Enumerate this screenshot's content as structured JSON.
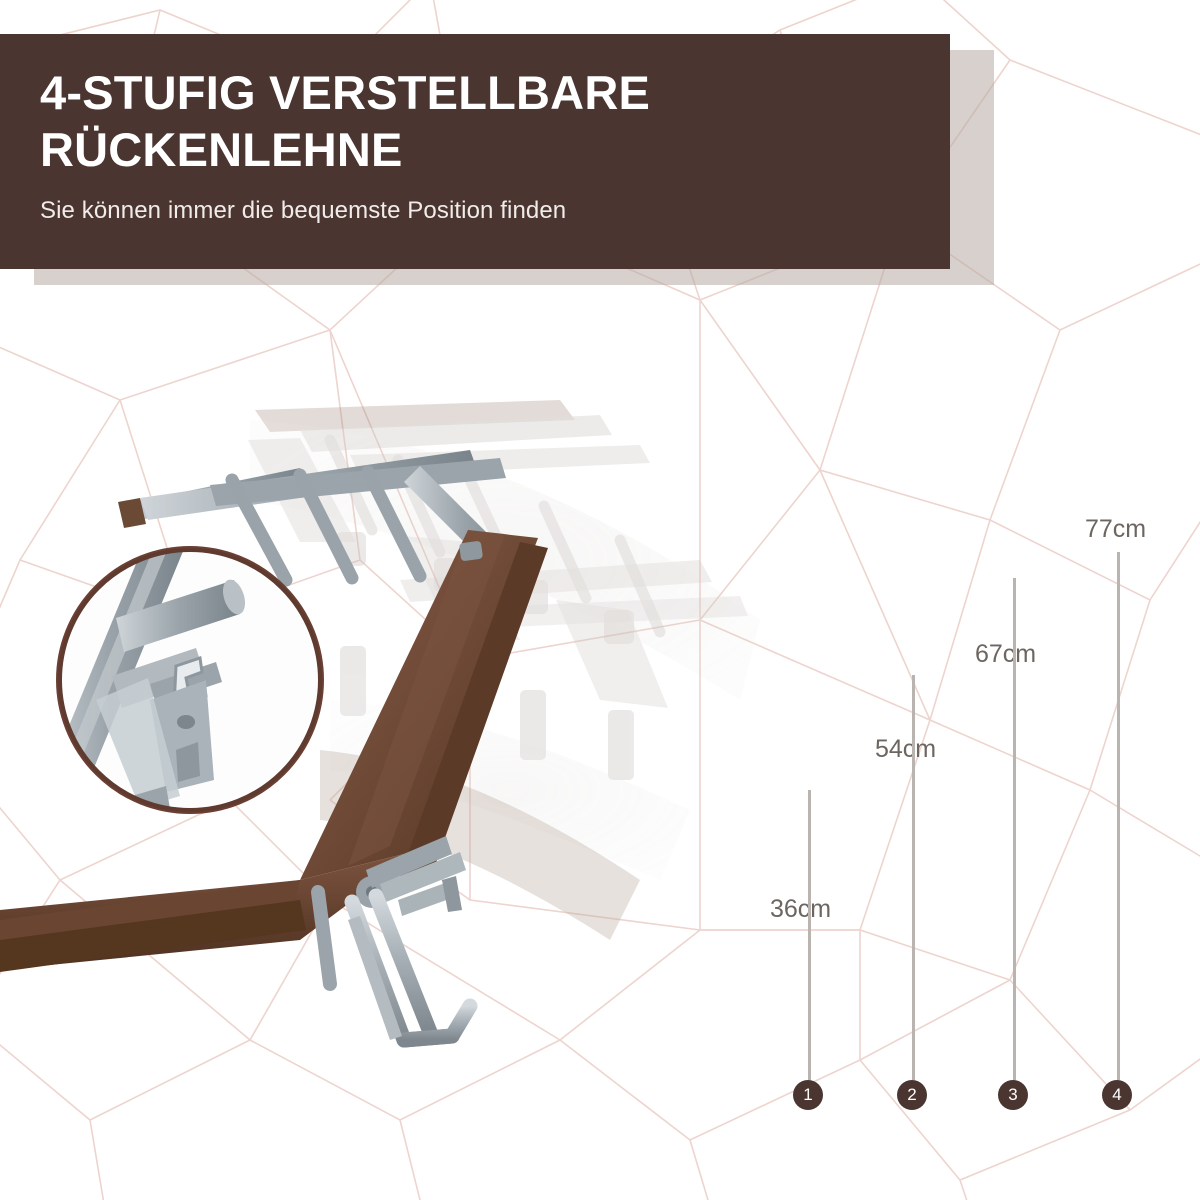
{
  "banner": {
    "title": "4-STUFIG VERSTELLBARE RÜCKENLEHNE",
    "subtitle": "Sie können immer die bequemste Position finden",
    "bg_color": "#4a3530",
    "text_color": "#ffffff"
  },
  "measurements": {
    "unit": "cm",
    "marker_color": "#4a3530",
    "line_color": "#b9b4b0",
    "label_color": "#6d6560",
    "items": [
      {
        "label": "36cm",
        "marker": "1"
      },
      {
        "label": "54cm",
        "marker": "2"
      },
      {
        "label": "67cm",
        "marker": "3"
      },
      {
        "label": "77cm",
        "marker": "4"
      }
    ]
  },
  "photo": {
    "alt": "Klappbare Sonnenliege mit 4-fach verstellbarer Rückenlehne, Detailansicht des Verstellmechanismus",
    "detail_callout": "Verstellmechanismus-Nahaufnahme",
    "frame_color": "#a9b2b8",
    "fabric_color": "#6e4b3a"
  },
  "background": {
    "pattern": "geometrisches Liniennetz",
    "line_color": "#e8cfc9",
    "page_color": "#ffffff"
  }
}
